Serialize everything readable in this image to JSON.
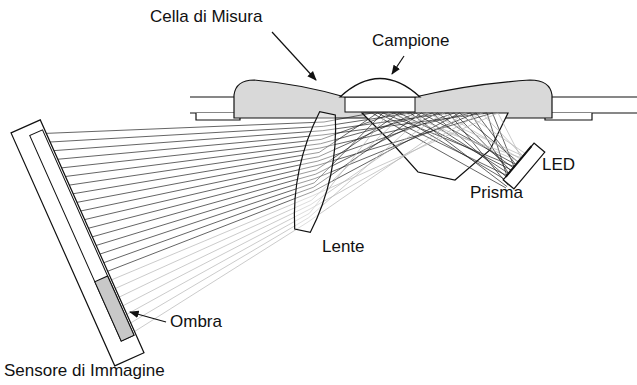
{
  "diagram": {
    "labels": [
      "Cella di Misura",
      "Campione",
      "Prisma",
      "LED",
      "Lente",
      "Ombra",
      "Sensore di Immagine"
    ]
  }
}
